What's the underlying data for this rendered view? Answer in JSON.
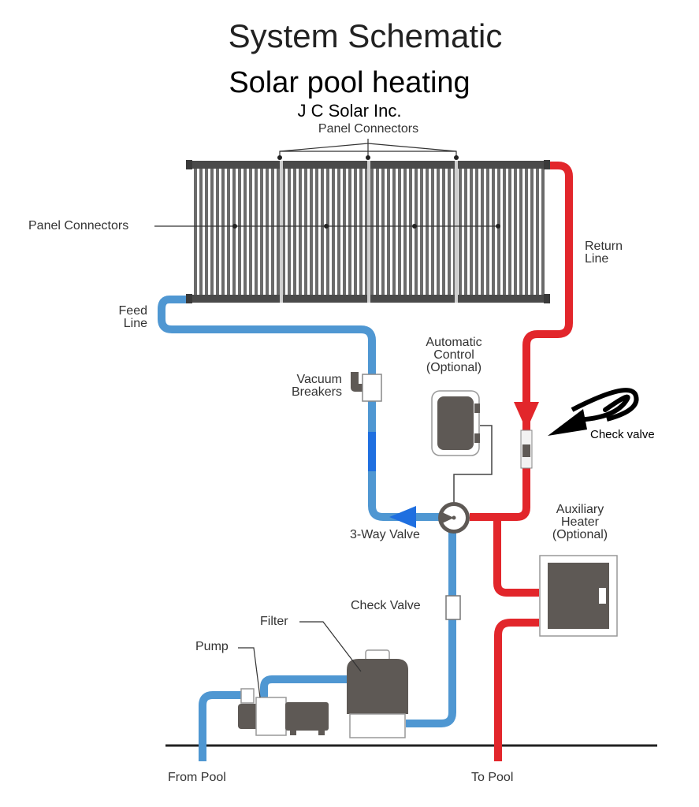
{
  "header": {
    "title": "System Schematic",
    "subtitle": "Solar pool heating",
    "company": "J C Solar Inc."
  },
  "labels": {
    "panel_connectors_top": "Panel Connectors",
    "panel_connectors_left": "Panel Connectors",
    "return_line": "Return\nLine",
    "feed_line": "Feed\nLine",
    "automatic_control": "Automatic\nControl\n(Optional)",
    "vacuum_breakers": "Vacuum\nBreakers",
    "check_valve_annotation": "Check valve",
    "three_way_valve": "3-Way Valve",
    "auxiliary_heater": "Auxiliary\nHeater\n(Optional)",
    "check_valve": "Check Valve",
    "filter": "Filter",
    "pump": "Pump",
    "from_pool": "From Pool",
    "to_pool": "To Pool"
  },
  "colors": {
    "cold_pipe": "#4f97d2",
    "cold_flow": "#1f6fe0",
    "hot_pipe": "#e2262b",
    "equipment": "#5e5955",
    "panel": "#4a4a4a",
    "ground": "#222222"
  }
}
